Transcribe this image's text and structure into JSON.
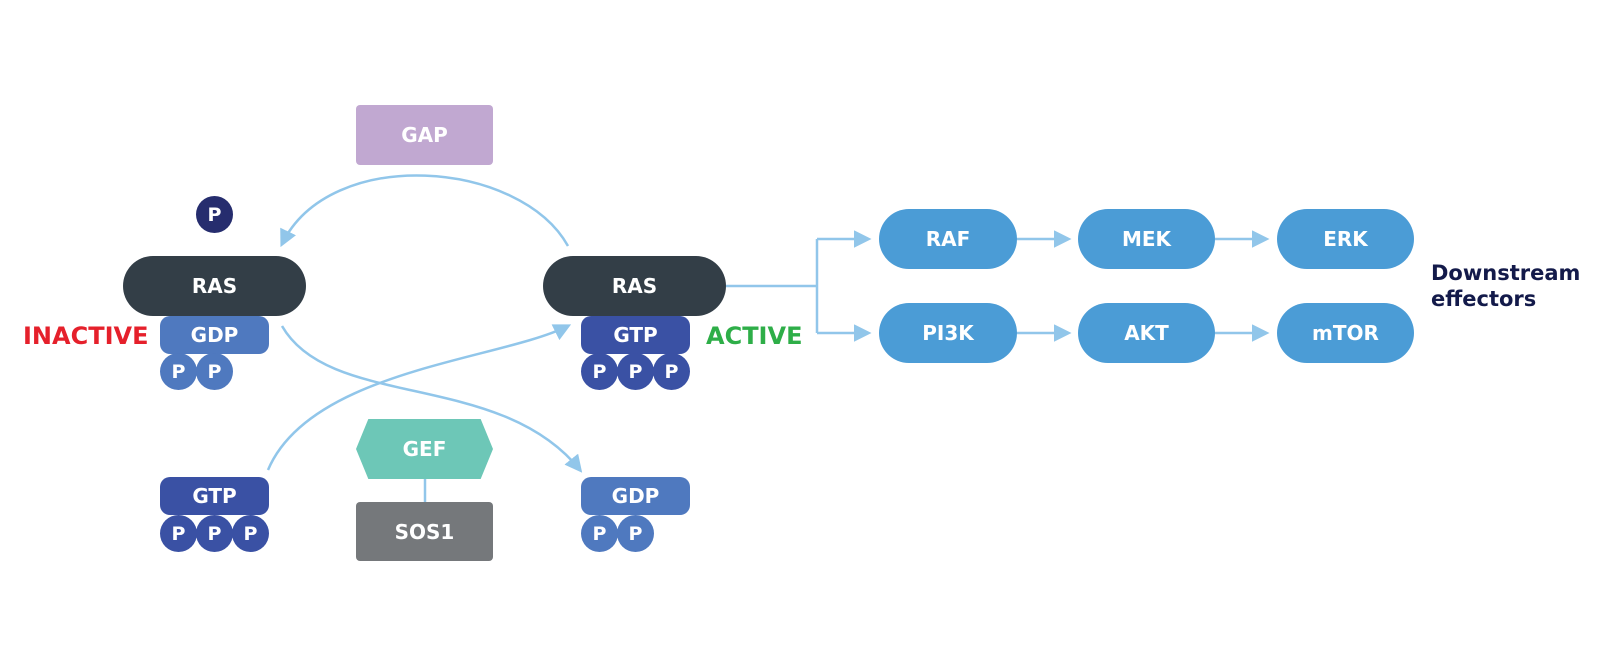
{
  "inactive_complex": {
    "ras": "RAS",
    "nucleotide": "GDP",
    "phosphates": [
      "P",
      "P"
    ],
    "state": "INACTIVE"
  },
  "released_phosphate": "P",
  "gap": "GAP",
  "active_complex": {
    "ras": "RAS",
    "nucleotide": "GTP",
    "phosphates": [
      "P",
      "P",
      "P"
    ],
    "state": "ACTIVE"
  },
  "incoming_gtp": {
    "nucleotide": "GTP",
    "phosphates": [
      "P",
      "P",
      "P"
    ]
  },
  "gef": "GEF",
  "sos1": "SOS1",
  "outgoing_gdp": {
    "nucleotide": "GDP",
    "phosphates": [
      "P",
      "P"
    ]
  },
  "pathways": {
    "mapk": [
      "RAF",
      "MEK",
      "ERK"
    ],
    "pi3k": [
      "PI3K",
      "AKT",
      "mTOR"
    ]
  },
  "downstream_label": [
    "Downstream",
    "effectors"
  ],
  "colors": {
    "arrow": "#91c6ea",
    "ras": "#333e47",
    "gdp": "#4f79bf",
    "gtp": "#3a51a4",
    "gap": "#c1a8d1",
    "gef": "#6dc7b7",
    "sos1": "#75787b",
    "effector": "#4b9cd6",
    "inactive": "#e5202b",
    "active": "#2eae48"
  }
}
